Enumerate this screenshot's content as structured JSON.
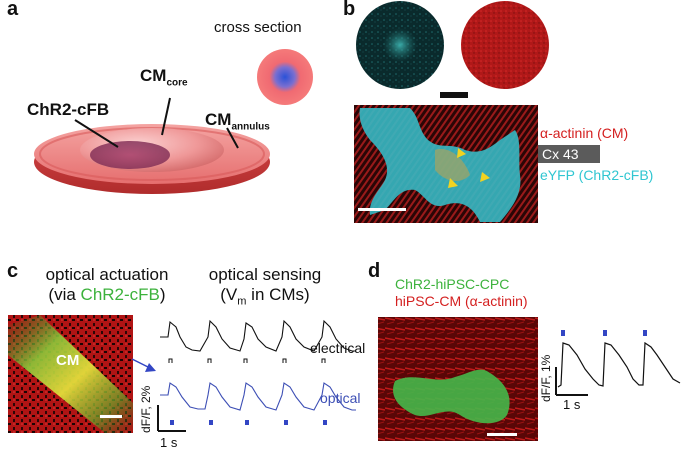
{
  "panels": {
    "a": {
      "letter": "a",
      "cross_section_label": "cross section",
      "labels": {
        "chr2": "ChR2-cFB",
        "cm_core_main": "CM",
        "cm_core_sub": "core",
        "cm_annulus_main": "CM",
        "cm_annulus_sub": "annulus"
      },
      "colors": {
        "cm": "#e06060",
        "core": "#1a5fd0"
      }
    },
    "b": {
      "letter": "b",
      "legend": {
        "actinin": "α-actinin (CM)",
        "cx43": "Cx 43",
        "eyfp": "eYFP (ChR2-cFB)"
      },
      "colors": {
        "actinin": "#d42020",
        "cx43_bg": "#5b5b5b",
        "eyfp": "#2fc6d1"
      }
    },
    "c": {
      "letter": "c",
      "actuation_title_line1": "optical actuation",
      "actuation_title_line2_prefix": "(via ",
      "actuation_title_line2_green": "ChR2-cFB",
      "actuation_title_line2_suffix": ")",
      "sensing_title_line1": "optical sensing",
      "sensing_title_line2_prefix": "(V",
      "sensing_title_line2_sub": "m",
      "sensing_title_line2_suffix": " in CMs)",
      "cm_label": "CM",
      "electrical_label": "electrical",
      "optical_label": "optical",
      "scale_y": "dF/F, 2%",
      "scale_x": "1 s",
      "colors": {
        "electrical": "#111111",
        "optical": "#3d4fb5",
        "stim": "#3346c4",
        "green": "#3cb23c"
      }
    },
    "d": {
      "letter": "d",
      "legend_line1": "ChR2-hiPSC-CPC",
      "legend_line2_prefix": "hiPSC-CM (",
      "legend_line2_alpha": "α",
      "legend_line2_suffix": "-actinin)",
      "scale_y": "dF/F, 1%",
      "scale_x": "1 s",
      "colors": {
        "green": "#3cb23c",
        "red": "#d42020",
        "trace": "#111111",
        "stim": "#3346c4"
      }
    }
  }
}
